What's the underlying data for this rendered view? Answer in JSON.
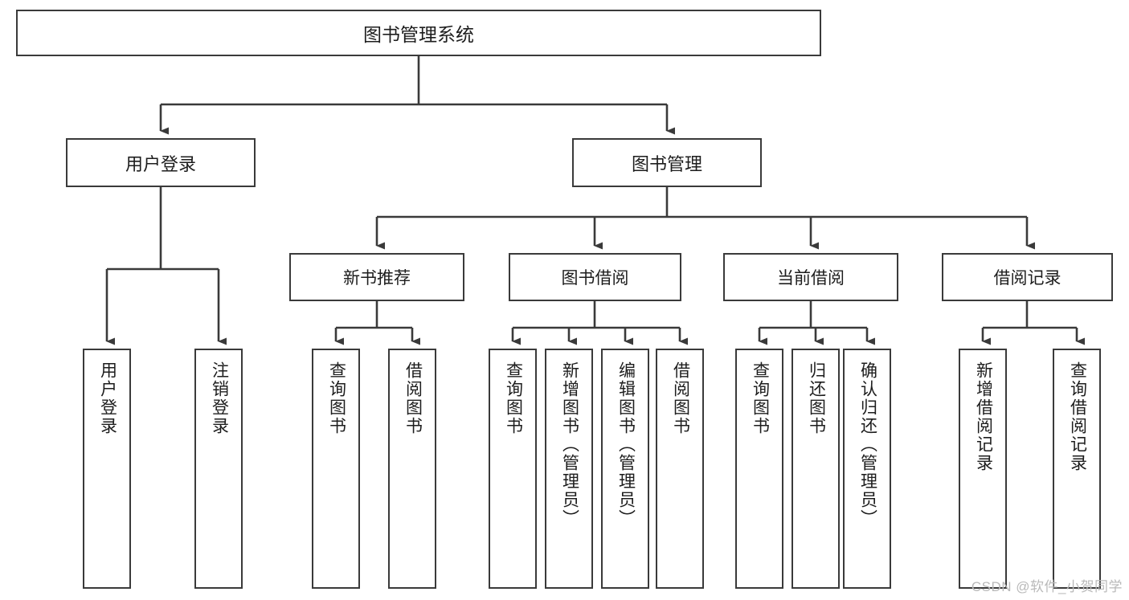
{
  "diagram": {
    "title": "图书管理系统",
    "type": "tree-hierarchy",
    "root": {
      "label": "图书管理系统"
    },
    "tier2": [
      {
        "label": "用户登录"
      },
      {
        "label": "图书管理"
      }
    ],
    "tier3": [
      {
        "label": "新书推荐"
      },
      {
        "label": "图书借阅"
      },
      {
        "label": "当前借阅"
      },
      {
        "label": "借阅记录"
      }
    ],
    "leaves": {
      "user_login": [
        {
          "label": "用户登录"
        },
        {
          "label": "注销登录"
        }
      ],
      "new_book_recommend": [
        {
          "label": "查询图书"
        },
        {
          "label": "借阅图书"
        }
      ],
      "book_borrow": [
        {
          "label": "查询图书"
        },
        {
          "label": "新增图书（管理员）"
        },
        {
          "label": "编辑图书（管理员）"
        },
        {
          "label": "借阅图书"
        }
      ],
      "current_borrow": [
        {
          "label": "查询图书"
        },
        {
          "label": "归还图书"
        },
        {
          "label": "确认归还（管理员）"
        }
      ],
      "borrow_record": [
        {
          "label": "新增借阅记录"
        },
        {
          "label": "查询借阅记录"
        }
      ]
    }
  },
  "watermark": {
    "text": "CSDN @软件_小贺同学"
  },
  "colors": {
    "border": "#3a3a3a",
    "background": "#ffffff",
    "text": "#1d1d1d",
    "watermark": "#b9b9b9"
  }
}
